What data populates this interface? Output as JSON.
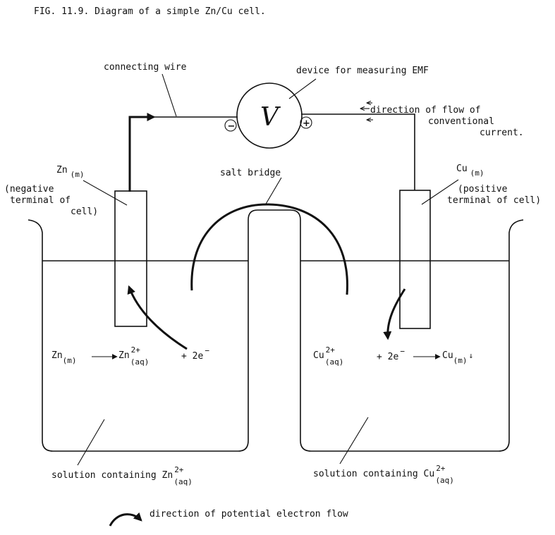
{
  "figure": {
    "title": "FIG. 11.9. Diagram of a simple Zn/Cu cell."
  },
  "labels": {
    "connecting_wire": "connecting wire",
    "emf_device": "device for measuring EMF",
    "meter_symbol": "V",
    "minus_sign": "−",
    "plus_sign": "+",
    "current_dir_line1": "direction of flow of",
    "current_dir_line2": "conventional",
    "current_dir_line3": "current.",
    "salt_bridge": "salt bridge",
    "zn_electrode_label": "Zn",
    "zn_electrode_sub": "(m)",
    "zn_terminal_line1": "(negative",
    "zn_terminal_line2": "terminal of",
    "zn_terminal_line3": "cell)",
    "cu_electrode_label": "Cu",
    "cu_electrode_sub": "(m)",
    "cu_terminal_line1": "(positive",
    "cu_terminal_line2": "terminal of cell)",
    "zn_solution": "solution containing Zn",
    "zn_solution_sup": "2+",
    "zn_solution_sub": "(aq)",
    "cu_solution": "solution containing Cu",
    "cu_solution_sup": "2+",
    "cu_solution_sub": "(aq)",
    "legend": "direction of potential electron flow"
  },
  "equations": {
    "zn": {
      "reactant": "Zn",
      "reactant_sub": "(m)",
      "product": "Zn",
      "product_sup": "2+",
      "product_sub": "(aq)",
      "electrons": "+ 2e",
      "electrons_sup": "−"
    },
    "cu": {
      "reactant": "Cu",
      "reactant_sup": "2+",
      "reactant_sub": "(aq)",
      "electrons": "+ 2e",
      "electrons_sup": "−",
      "product": "Cu",
      "product_sub": "(m)",
      "precipitate_mark": "↓"
    }
  }
}
